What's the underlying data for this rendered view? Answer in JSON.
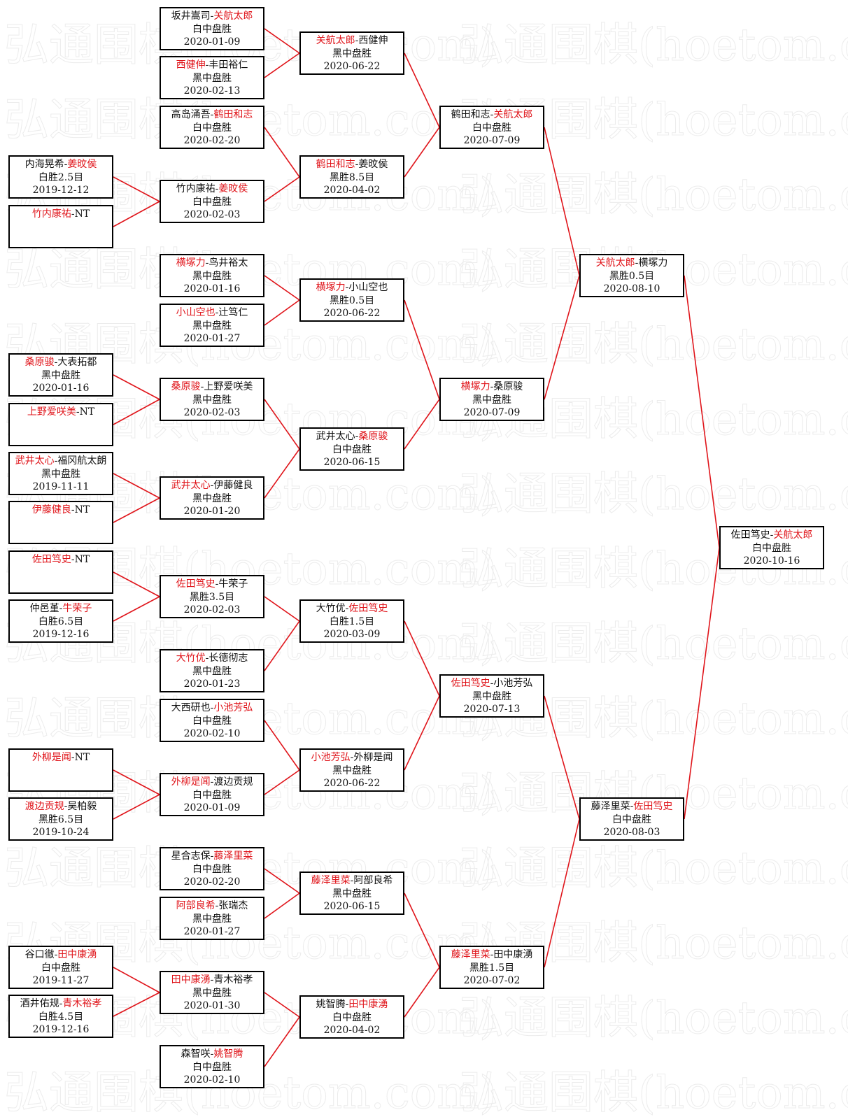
{
  "watermark": "弘通围棋(hoetom.com)",
  "colors": {
    "winner": "#e0151b",
    "line": "#e0151b",
    "text": "#111111",
    "border": "#000000"
  },
  "matches": [
    {
      "id": "r0a",
      "p1": "内海晃希",
      "p2": "姜旼侯",
      "winner": 2,
      "result": "白胜2.5目",
      "date": "2019-12-12"
    },
    {
      "id": "r0b",
      "p1": "竹内康祐",
      "p2": "NT",
      "winner": 1,
      "result": "",
      "date": ""
    },
    {
      "id": "r0c",
      "p1": "桑原骏",
      "p2": "大表拓都",
      "winner": 1,
      "result": "黑中盘胜",
      "date": "2020-01-16"
    },
    {
      "id": "r0d",
      "p1": "上野爱咲美",
      "p2": "NT",
      "winner": 1,
      "result": "",
      "date": ""
    },
    {
      "id": "r0e",
      "p1": "武井太心",
      "p2": "福冈航太朗",
      "winner": 1,
      "result": "黑中盘胜",
      "date": "2019-11-11"
    },
    {
      "id": "r0f",
      "p1": "伊藤健良",
      "p2": "NT",
      "winner": 1,
      "result": "",
      "date": ""
    },
    {
      "id": "r0g",
      "p1": "佐田笃史",
      "p2": "NT",
      "winner": 1,
      "result": "",
      "date": ""
    },
    {
      "id": "r0h",
      "p1": "仲邑堇",
      "p2": "牛荣子",
      "winner": 2,
      "result": "白胜6.5目",
      "date": "2019-12-16"
    },
    {
      "id": "r0i",
      "p1": "外柳是闻",
      "p2": "NT",
      "winner": 1,
      "result": "",
      "date": ""
    },
    {
      "id": "r0j",
      "p1": "渡边贡规",
      "p2": "吴柏毅",
      "winner": 1,
      "result": "黑胜6.5目",
      "date": "2019-10-24"
    },
    {
      "id": "r0k",
      "p1": "谷口徹",
      "p2": "田中康湧",
      "winner": 2,
      "result": "白中盘胜",
      "date": "2019-11-27"
    },
    {
      "id": "r0l",
      "p1": "酒井佑规",
      "p2": "青木裕孝",
      "winner": 2,
      "result": "白胜4.5目",
      "date": "2019-12-16"
    },
    {
      "id": "r1a",
      "p1": "坂井嵩司",
      "p2": "关航太郎",
      "winner": 2,
      "result": "白中盘胜",
      "date": "2020-01-09"
    },
    {
      "id": "r1b",
      "p1": "西健伸",
      "p2": "丰田裕仁",
      "winner": 1,
      "result": "黑中盘胜",
      "date": "2020-02-13"
    },
    {
      "id": "r1c",
      "p1": "高岛涌吾",
      "p2": "鹤田和志",
      "winner": 2,
      "result": "白中盘胜",
      "date": "2020-02-20"
    },
    {
      "id": "r1d",
      "p1": "竹内康祐",
      "p2": "姜旼侯",
      "winner": 2,
      "result": "白中盘胜",
      "date": "2020-02-03"
    },
    {
      "id": "r1e",
      "p1": "横塚力",
      "p2": "鸟井裕太",
      "winner": 1,
      "result": "黑中盘胜",
      "date": "2020-01-16"
    },
    {
      "id": "r1f",
      "p1": "小山空也",
      "p2": "辻笃仁",
      "winner": 1,
      "result": "黑中盘胜",
      "date": "2020-01-27"
    },
    {
      "id": "r1g",
      "p1": "桑原骏",
      "p2": "上野爱咲美",
      "winner": 1,
      "result": "黑中盘胜",
      "date": "2020-02-03"
    },
    {
      "id": "r1h",
      "p1": "武井太心",
      "p2": "伊藤健良",
      "winner": 1,
      "result": "黑中盘胜",
      "date": "2020-01-20"
    },
    {
      "id": "r1i",
      "p1": "佐田笃史",
      "p2": "牛荣子",
      "winner": 1,
      "result": "黑胜3.5目",
      "date": "2020-02-03"
    },
    {
      "id": "r1j",
      "p1": "大竹优",
      "p2": "长德彻志",
      "winner": 1,
      "result": "黑中盘胜",
      "date": "2020-01-23"
    },
    {
      "id": "r1k",
      "p1": "大西研也",
      "p2": "小池芳弘",
      "winner": 2,
      "result": "白中盘胜",
      "date": "2020-02-10"
    },
    {
      "id": "r1l",
      "p1": "外柳是闻",
      "p2": "渡边贡规",
      "winner": 1,
      "result": "白中盘胜",
      "date": "2020-01-09"
    },
    {
      "id": "r1m",
      "p1": "星合志保",
      "p2": "藤泽里菜",
      "winner": 2,
      "result": "白中盘胜",
      "date": "2020-02-20"
    },
    {
      "id": "r1n",
      "p1": "阿部良希",
      "p2": "张瑞杰",
      "winner": 1,
      "result": "黑中盘胜",
      "date": "2020-01-27"
    },
    {
      "id": "r1o",
      "p1": "田中康湧",
      "p2": "青木裕孝",
      "winner": 1,
      "result": "黑中盘胜",
      "date": "2020-01-30"
    },
    {
      "id": "r1p",
      "p1": "森智咲",
      "p2": "姚智腾",
      "winner": 2,
      "result": "白中盘胜",
      "date": "2020-02-10"
    },
    {
      "id": "r2a",
      "p1": "关航太郎",
      "p2": "西健伸",
      "winner": 1,
      "result": "黑中盘胜",
      "date": "2020-06-22"
    },
    {
      "id": "r2b",
      "p1": "鹤田和志",
      "p2": "姜旼侯",
      "winner": 1,
      "result": "黑胜8.5目",
      "date": "2020-04-02"
    },
    {
      "id": "r2c",
      "p1": "横塚力",
      "p2": "小山空也",
      "winner": 1,
      "result": "黑胜0.5目",
      "date": "2020-06-22"
    },
    {
      "id": "r2d",
      "p1": "武井太心",
      "p2": "桑原骏",
      "winner": 2,
      "result": "白中盘胜",
      "date": "2020-06-15"
    },
    {
      "id": "r2e",
      "p1": "大竹优",
      "p2": "佐田笃史",
      "winner": 2,
      "result": "白胜1.5目",
      "date": "2020-03-09"
    },
    {
      "id": "r2f",
      "p1": "小池芳弘",
      "p2": "外柳是闻",
      "winner": 1,
      "result": "黑中盘胜",
      "date": "2020-06-22"
    },
    {
      "id": "r2g",
      "p1": "藤泽里菜",
      "p2": "阿部良希",
      "winner": 1,
      "result": "黑中盘胜",
      "date": "2020-06-15"
    },
    {
      "id": "r2h",
      "p1": "姚智腾",
      "p2": "田中康湧",
      "winner": 2,
      "result": "白中盘胜",
      "date": "2020-04-02"
    },
    {
      "id": "r3a",
      "p1": "鹤田和志",
      "p2": "关航太郎",
      "winner": 2,
      "result": "白中盘胜",
      "date": "2020-07-09"
    },
    {
      "id": "r3b",
      "p1": "横塚力",
      "p2": "桑原骏",
      "winner": 1,
      "result": "黑中盘胜",
      "date": "2020-07-09"
    },
    {
      "id": "r3c",
      "p1": "佐田笃史",
      "p2": "小池芳弘",
      "winner": 1,
      "result": "黑中盘胜",
      "date": "2020-07-13"
    },
    {
      "id": "r3d",
      "p1": "藤泽里菜",
      "p2": "田中康湧",
      "winner": 1,
      "result": "黑胜1.5目",
      "date": "2020-07-02"
    },
    {
      "id": "r4a",
      "p1": "关航太郎",
      "p2": "横塚力",
      "winner": 1,
      "result": "黑胜0.5目",
      "date": "2020-08-10"
    },
    {
      "id": "r4b",
      "p1": "藤泽里菜",
      "p2": "佐田笃史",
      "winner": 2,
      "result": "白中盘胜",
      "date": "2020-08-03"
    },
    {
      "id": "r5a",
      "p1": "佐田笃史",
      "p2": "关航太郎",
      "winner": 2,
      "result": "白中盘胜",
      "date": "2020-10-16"
    }
  ]
}
